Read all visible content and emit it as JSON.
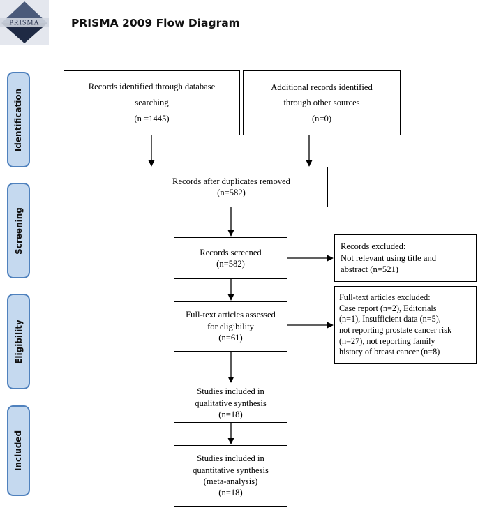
{
  "header": {
    "title": "PRISMA 2009 Flow Diagram",
    "logo_text": "PRISMA"
  },
  "stages": [
    "Identification",
    "Screening",
    "Eligibility",
    "Included"
  ],
  "boxes": {
    "db": [
      "Records identified through database",
      "searching",
      "(n =1445)"
    ],
    "other": [
      "Additional records identified",
      "through other sources",
      "(n=0)"
    ],
    "dup": [
      "Records after duplicates removed",
      "(n=582)"
    ],
    "screened": [
      "Records screened",
      "(n=582)"
    ],
    "excluded": [
      "Records excluded:",
      "Not relevant using title and",
      "abstract (n=521)"
    ],
    "fulltext": [
      "Full-text articles assessed",
      "for eligibility",
      "(n=61)"
    ],
    "ft_excluded": [
      "Full-text articles excluded:",
      "Case report (n=2), Editorials",
      "(n=1), Insufficient data (n=5),",
      "not reporting prostate cancer risk",
      "(n=27), not reporting family",
      "history of breast cancer (n=8)"
    ],
    "qual": [
      "Studies included in",
      "qualitative synthesis",
      "(n=18)"
    ],
    "quant": [
      "Studies included in",
      "quantitative synthesis",
      "(meta-analysis)",
      "(n=18)"
    ]
  }
}
